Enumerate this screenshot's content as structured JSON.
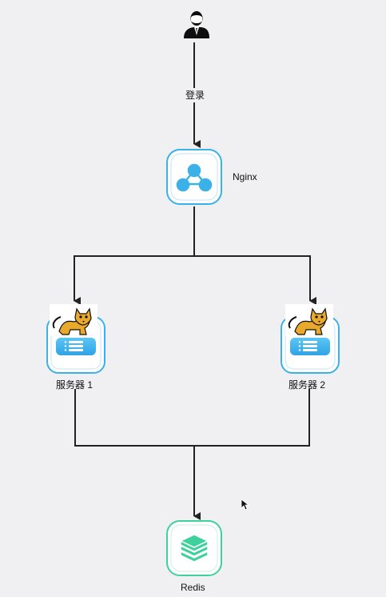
{
  "nodes": {
    "user": {
      "icon": "user-icon"
    },
    "login": {
      "label": "登录"
    },
    "nginx": {
      "label": "Nginx",
      "icon": "nginx-share-icon",
      "color": "#3ab1e8"
    },
    "server1": {
      "label": "服务器 1",
      "icon": "tomcat-server-icon",
      "color": "#3ab1e8"
    },
    "server2": {
      "label": "服务器 2",
      "icon": "tomcat-server-icon",
      "color": "#3ab1e8"
    },
    "redis": {
      "label": "Redis",
      "icon": "redis-stack-icon",
      "color": "#3fd19b"
    }
  },
  "edges": [
    {
      "from": "user",
      "to": "nginx",
      "label": "登录"
    },
    {
      "from": "nginx",
      "to": "server1"
    },
    {
      "from": "nginx",
      "to": "server2"
    },
    {
      "from": "server1",
      "to": "redis"
    },
    {
      "from": "server2",
      "to": "redis"
    }
  ]
}
